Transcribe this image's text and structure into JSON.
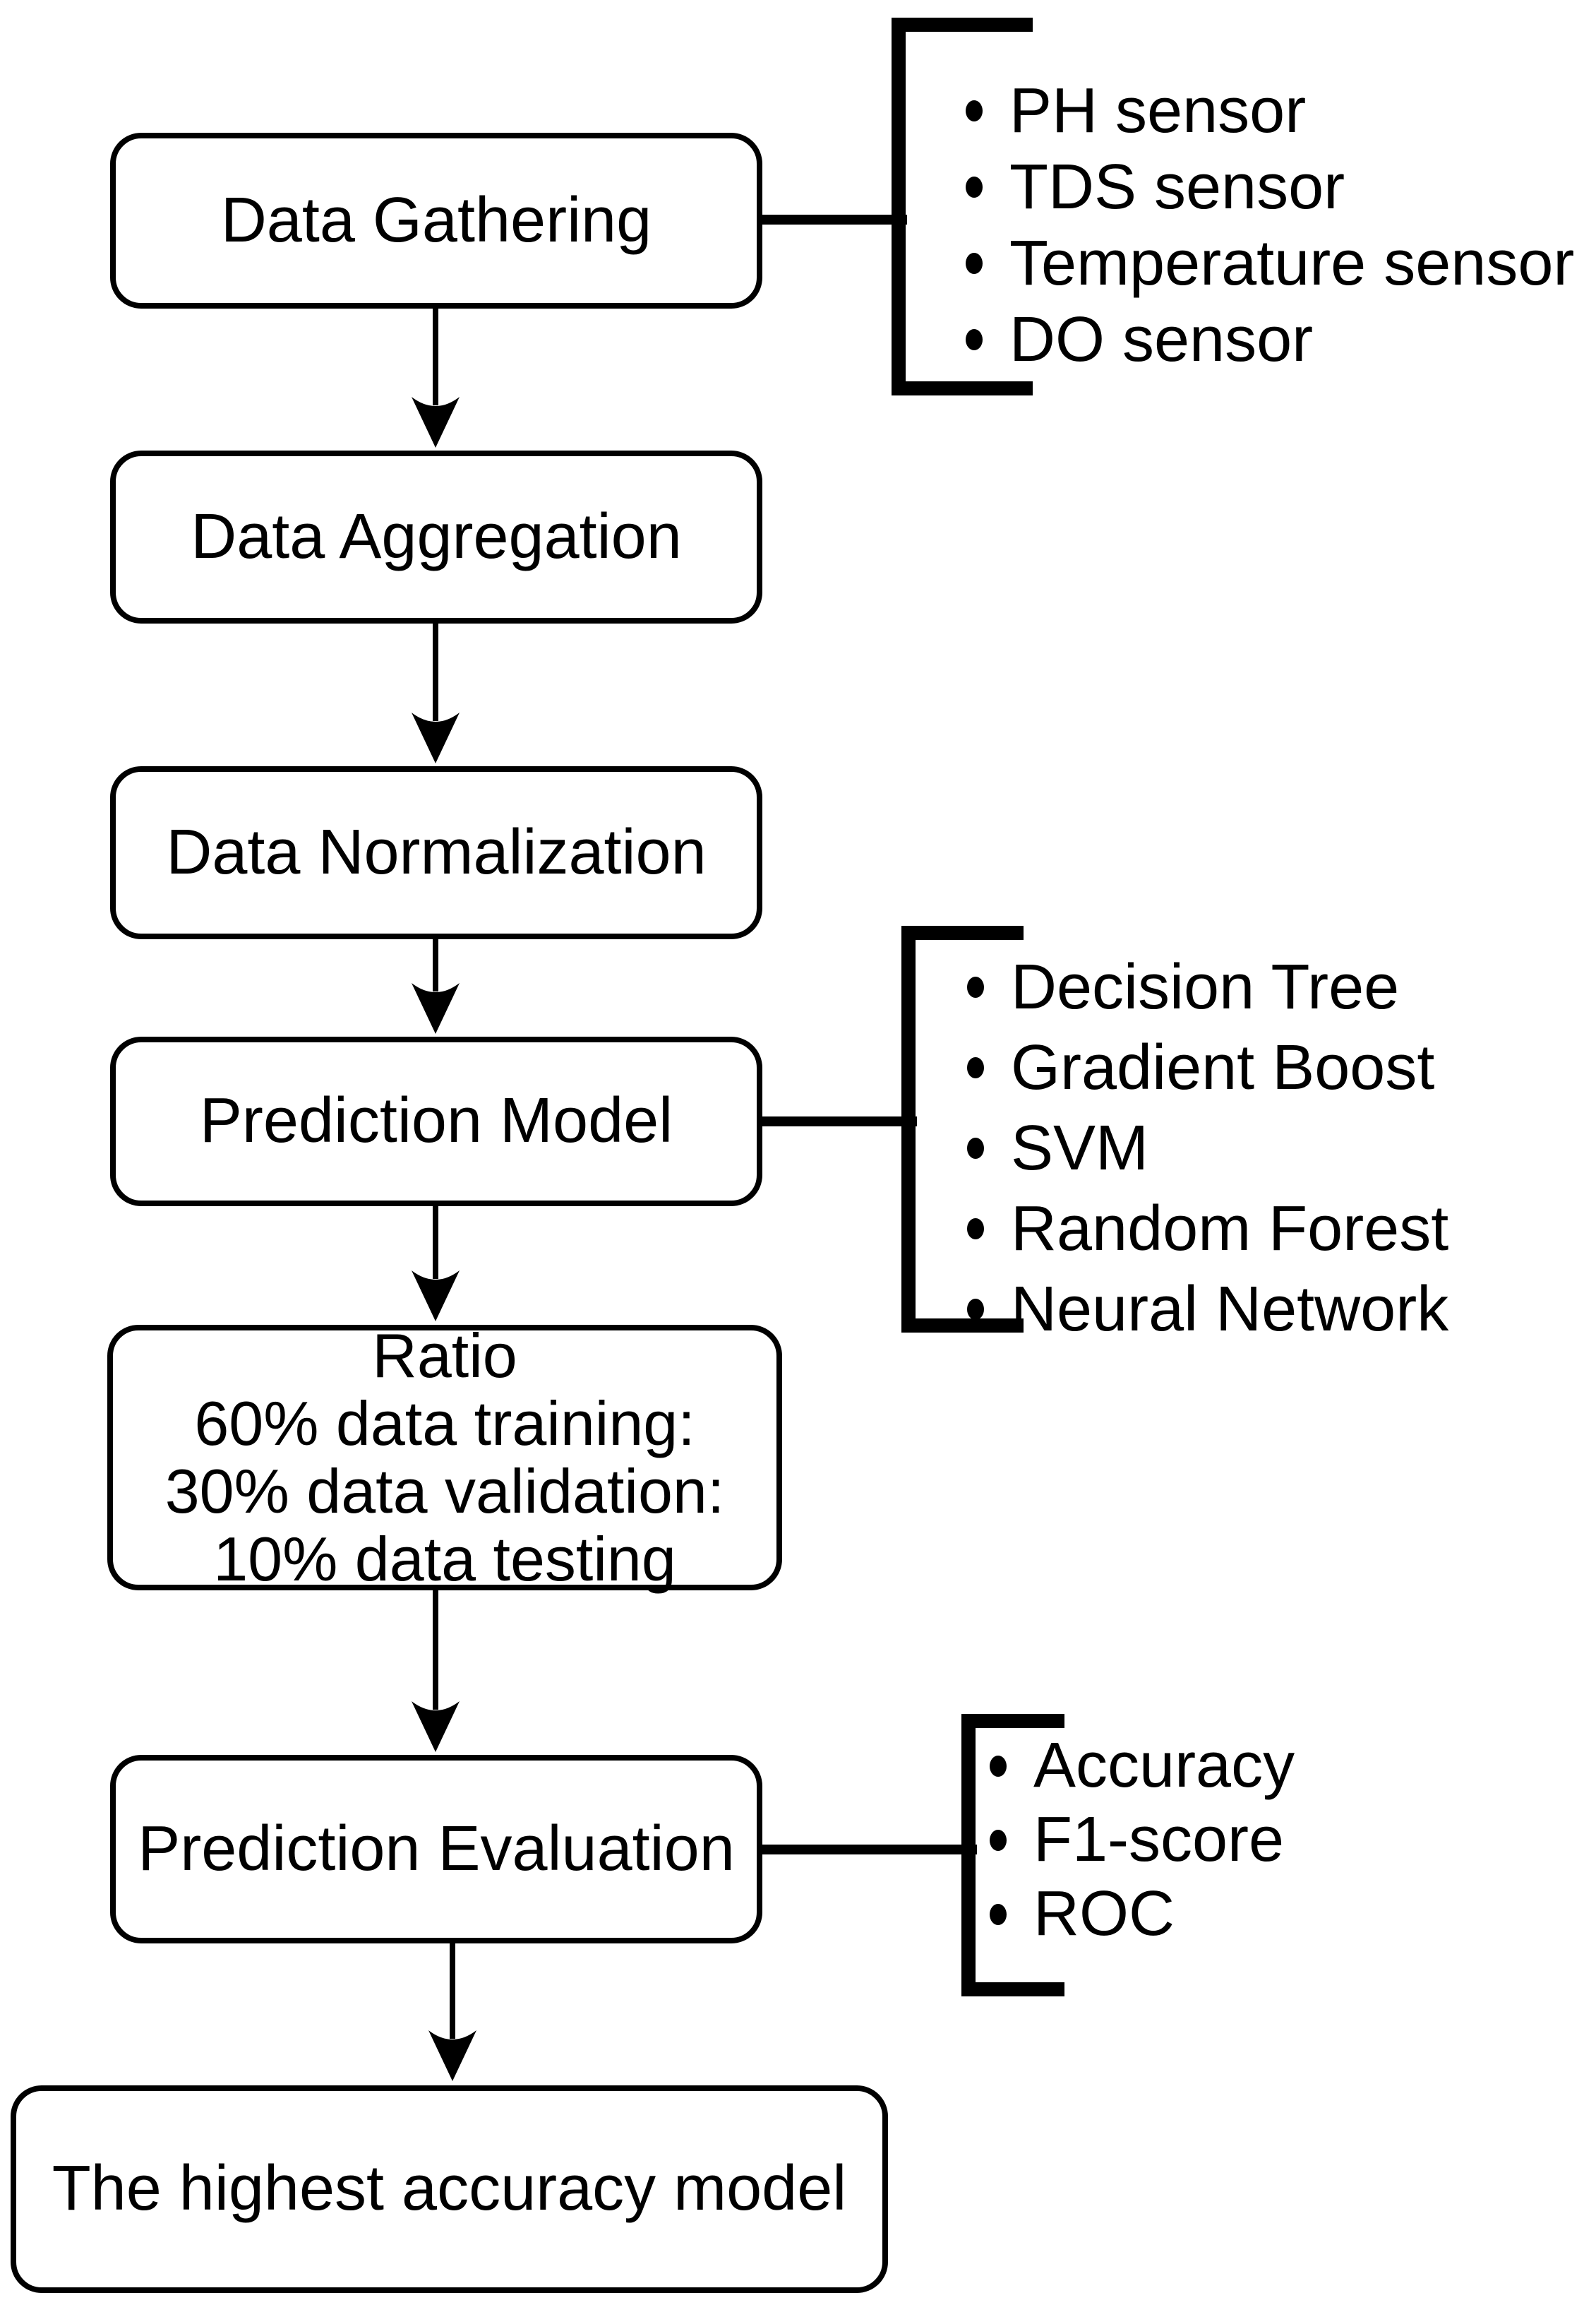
{
  "diagram": {
    "title": "Prediction model workflow flowchart",
    "colors": {
      "background": "#ffffff",
      "line": "#000000",
      "text": "#000000",
      "node_fill": "#ffffff"
    },
    "shapes": {
      "node": "rounded-rectangle",
      "arrow": "down-arrow",
      "attachment": "square-bracket",
      "bullet": "disc"
    }
  },
  "nodes": [
    {
      "id": "data-gathering",
      "label": "Data Gathering"
    },
    {
      "id": "data-aggregation",
      "label": "Data Aggregation"
    },
    {
      "id": "data-normalization",
      "label": "Data Normalization"
    },
    {
      "id": "prediction-model",
      "label": "Prediction Model"
    },
    {
      "id": "ratio",
      "label": "Ratio\n60% data training:\n30% data validation:\n10% data testing"
    },
    {
      "id": "prediction-evaluation",
      "label": "Prediction Evaluation"
    },
    {
      "id": "highest-accuracy-model",
      "label": "The highest accuracy model"
    }
  ],
  "edges": [
    {
      "from": "data-gathering",
      "to": "data-aggregation"
    },
    {
      "from": "data-aggregation",
      "to": "data-normalization"
    },
    {
      "from": "data-normalization",
      "to": "prediction-model"
    },
    {
      "from": "prediction-model",
      "to": "ratio"
    },
    {
      "from": "ratio",
      "to": "prediction-evaluation"
    },
    {
      "from": "prediction-evaluation",
      "to": "highest-accuracy-model"
    }
  ],
  "lists": {
    "sensors": {
      "attached_to": "data-gathering",
      "items": [
        "PH sensor",
        "TDS sensor",
        "Temperature sensor",
        "DO sensor"
      ]
    },
    "models": {
      "attached_to": "prediction-model",
      "items": [
        "Decision Tree",
        "Gradient Boost",
        "SVM",
        "Random Forest",
        "Neural Network"
      ]
    },
    "metrics": {
      "attached_to": "prediction-evaluation",
      "items": [
        "Accuracy",
        "F1-score",
        "ROC"
      ]
    }
  }
}
